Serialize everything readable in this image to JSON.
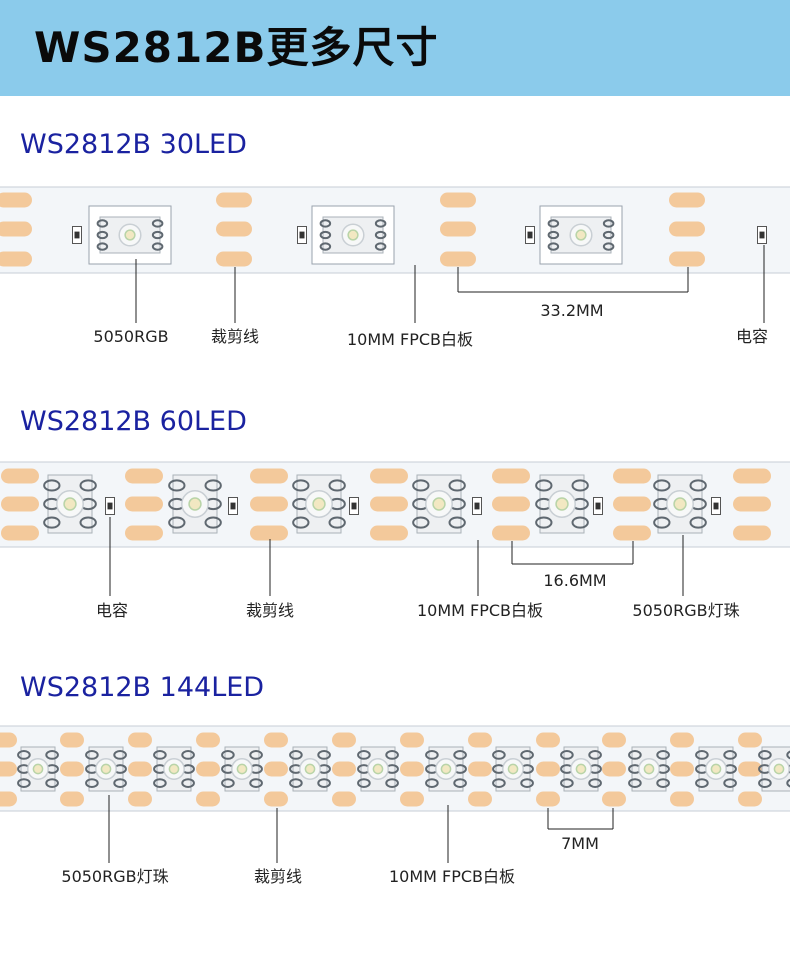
{
  "header": {
    "title": "WS2812B更多尺寸"
  },
  "colors": {
    "banner": "#8bcbeb",
    "section_title": "#1a22a0",
    "strip": "#f3f6f9",
    "pad": "#f3c99b"
  },
  "sections": [
    {
      "title": "WS2812B 30LED",
      "labels": [
        "5050RGB",
        "裁剪线",
        "10MM FPCB白板",
        "33.2MM",
        "电容"
      ]
    },
    {
      "title": "WS2812B 60LED",
      "labels": [
        "电容",
        "裁剪线",
        "10MM FPCB白板",
        "16.6MM",
        "5050RGB灯珠"
      ]
    },
    {
      "title": "WS2812B 144LED",
      "labels": [
        "5050RGB灯珠",
        "裁剪线",
        "10MM FPCB白板",
        "7MM"
      ]
    }
  ]
}
